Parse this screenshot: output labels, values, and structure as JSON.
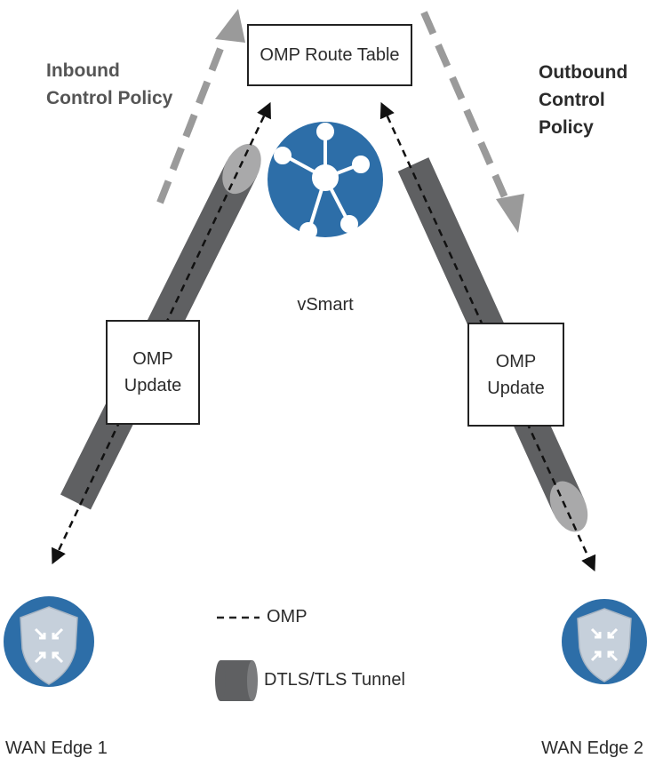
{
  "route_table": {
    "label": "OMP Route Table"
  },
  "inbound_policy": {
    "line1": "Inbound",
    "line2": "Control Policy"
  },
  "outbound_policy": {
    "line1": "Outbound",
    "line2": "Control Policy"
  },
  "vsmart": {
    "label": "vSmart",
    "icon": "vsmart-hub-icon"
  },
  "update_left": {
    "line1": "OMP",
    "line2": "Update"
  },
  "update_right": {
    "line1": "OMP",
    "line2": "Update"
  },
  "edge1": {
    "label": "WAN Edge 1",
    "icon": "router-shield-icon"
  },
  "edge2": {
    "label": "WAN Edge 2",
    "icon": "router-shield-icon"
  },
  "legend": {
    "omp_label": "OMP",
    "tunnel_label": "DTLS/TLS Tunnel"
  },
  "colors": {
    "node_blue": "#2d6ea8",
    "tunnel": "#5f6062",
    "tunnel_cap": "#a9a9aa",
    "policy_arrow": "#9a9a9a",
    "shield": "#c6d0db"
  }
}
